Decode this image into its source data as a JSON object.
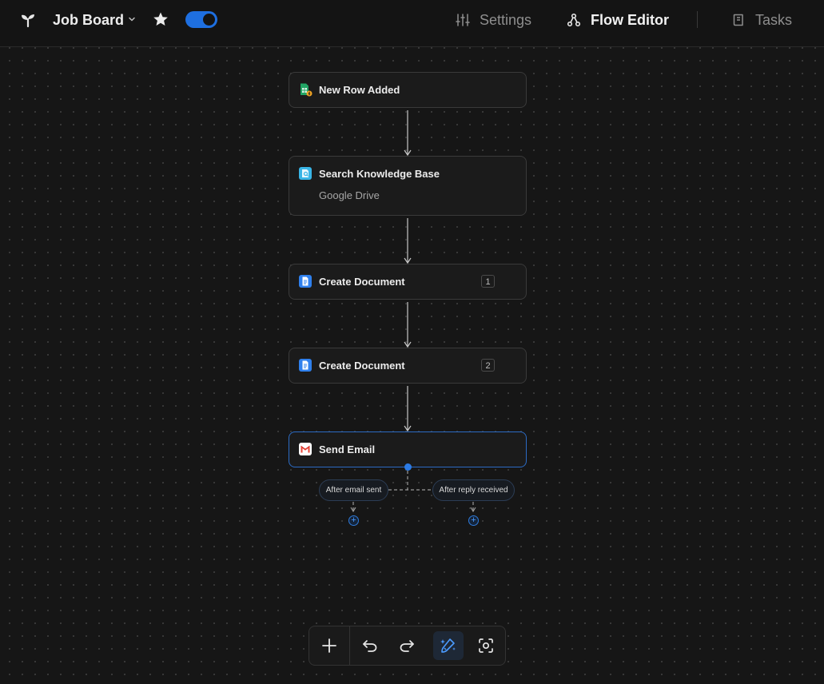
{
  "header": {
    "project_name": "Job Board",
    "toggle_enabled": true,
    "nav": {
      "settings": "Settings",
      "flow_editor": "Flow Editor",
      "tasks": "Tasks"
    }
  },
  "flow": {
    "nodes": [
      {
        "title": "New Row Added",
        "icon": "sheets-trigger-icon"
      },
      {
        "title": "Search Knowledge Base",
        "subtitle": "Google Drive",
        "icon": "knowledge-base-icon"
      },
      {
        "title": "Create Document",
        "badge": "1",
        "icon": "google-docs-icon"
      },
      {
        "title": "Create Document",
        "badge": "2",
        "icon": "google-docs-icon"
      },
      {
        "title": "Send Email",
        "icon": "gmail-icon"
      }
    ],
    "branches": [
      {
        "label": "After email sent"
      },
      {
        "label": "After reply received"
      }
    ]
  },
  "toolbar": {
    "buttons": [
      "add-icon",
      "undo-icon",
      "redo-icon",
      "auto-layout-icon",
      "screenshot-icon"
    ],
    "active": "auto-layout-icon"
  },
  "colors": {
    "accent": "#2c7be5",
    "background": "#161616",
    "node_bg": "#1b1b1b"
  }
}
